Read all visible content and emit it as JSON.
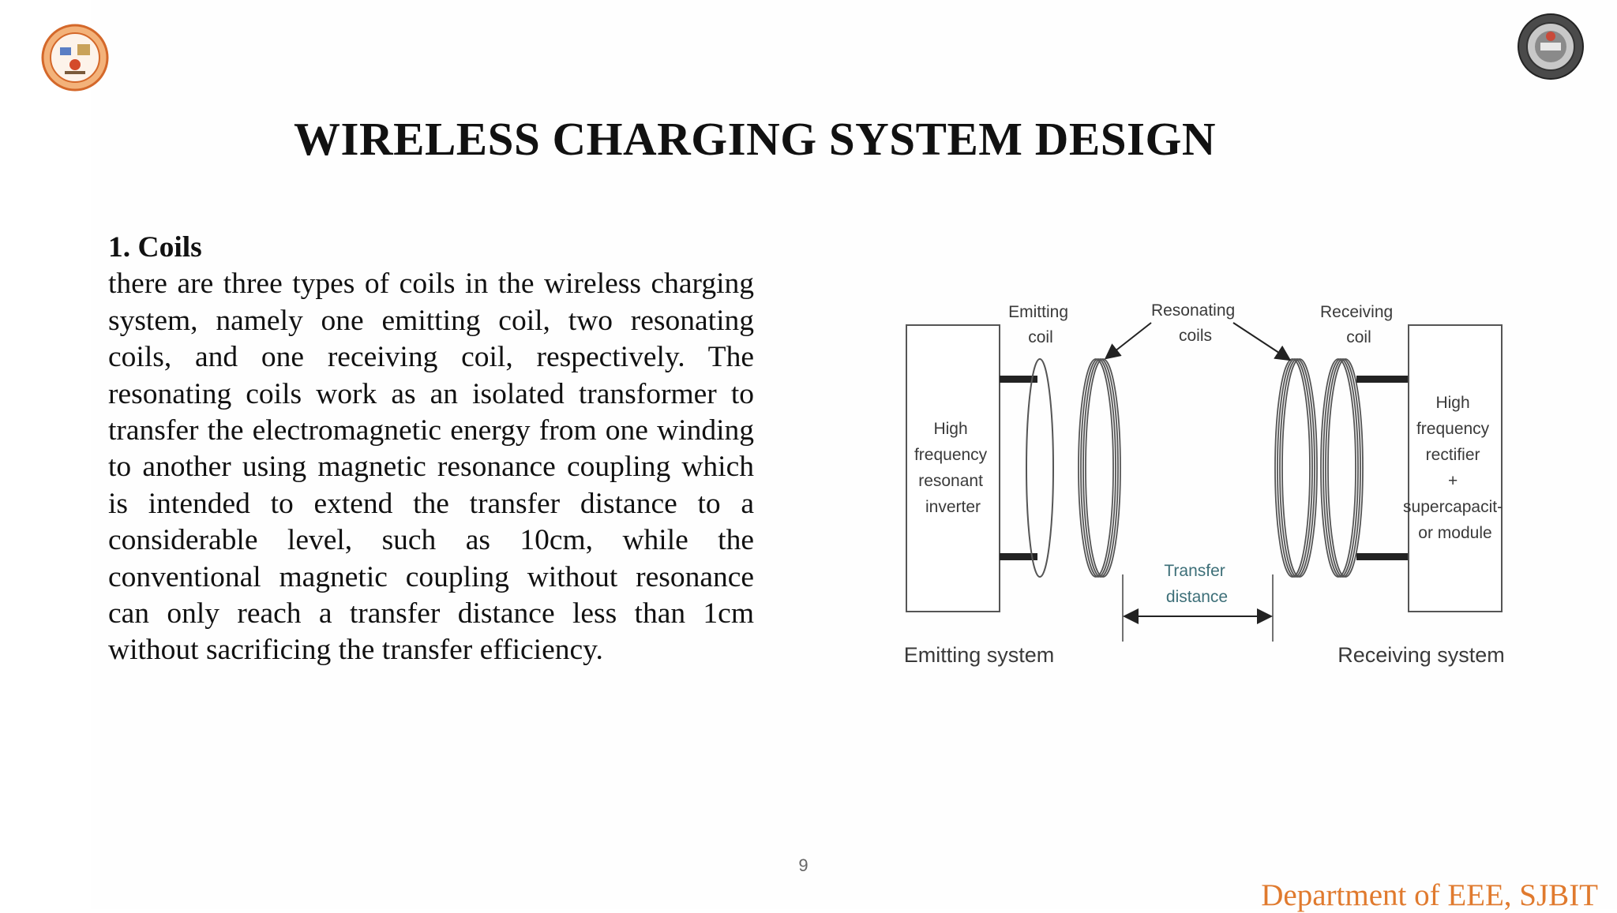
{
  "slide": {
    "title": "WIRELESS CHARGING SYSTEM DESIGN",
    "section_heading": "1. Coils",
    "paragraph": "there are three types of coils in the wireless charging system, namely one emitting coil, two resonating coils, and one receiving coil, respectively. The resonating coils work as an isolated transformer to transfer the electromagnetic energy from one winding to another using magnetic resonance coupling which is intended to extend the transfer distance to a considerable level, such as 10cm, while the conventional magnetic coupling without resonance can only reach a transfer distance less than 1cm without sacrificing the transfer efficiency.",
    "page_number": "9",
    "footer": "Department of EEE, SJBIT"
  },
  "diagram": {
    "labels": {
      "emitting_coil": [
        "Emitting",
        "coil"
      ],
      "resonating_coils": [
        "Resonating",
        "coils"
      ],
      "receiving_coil": [
        "Receiving",
        "coil"
      ],
      "inverter": [
        "High",
        "frequency",
        "resonant",
        "inverter"
      ],
      "rectifier": [
        "High",
        "frequency",
        "rectifier",
        "+",
        "supercapacit-",
        "or module"
      ],
      "transfer_distance": [
        "Transfer",
        "distance"
      ],
      "emitting_system": "Emitting system",
      "receiving_system": "Receiving system"
    }
  },
  "colors": {
    "footer": "#e07a2e",
    "transfer_label": "#3d6f78"
  }
}
